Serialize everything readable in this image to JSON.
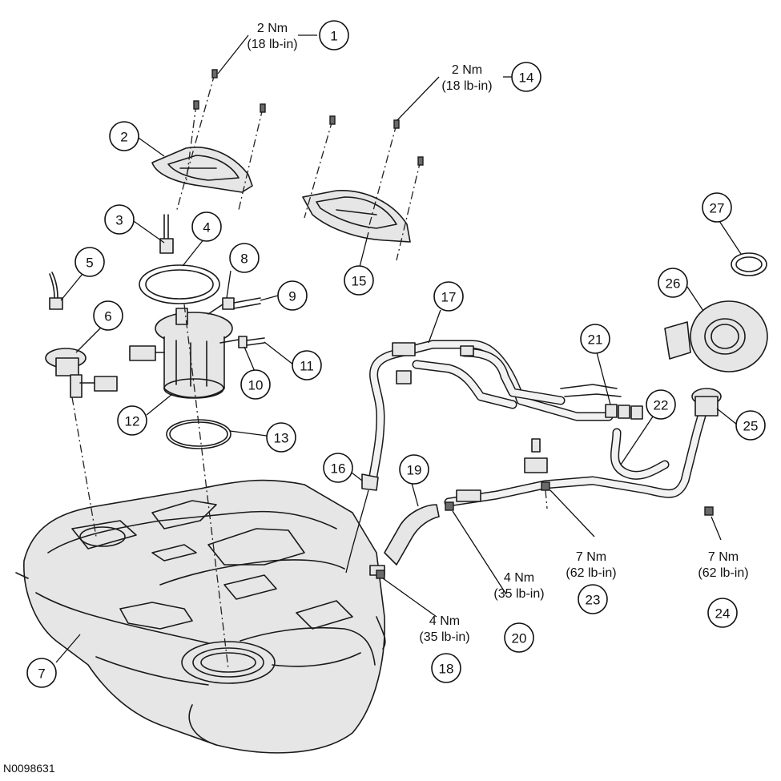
{
  "figure_id": "N0098631",
  "callouts": [
    {
      "id": "1",
      "label": "1"
    },
    {
      "id": "2",
      "label": "2"
    },
    {
      "id": "3",
      "label": "3"
    },
    {
      "id": "4",
      "label": "4"
    },
    {
      "id": "5",
      "label": "5"
    },
    {
      "id": "6",
      "label": "6"
    },
    {
      "id": "7",
      "label": "7"
    },
    {
      "id": "8",
      "label": "8"
    },
    {
      "id": "9",
      "label": "9"
    },
    {
      "id": "10",
      "label": "10"
    },
    {
      "id": "11",
      "label": "11"
    },
    {
      "id": "12",
      "label": "12"
    },
    {
      "id": "13",
      "label": "13"
    },
    {
      "id": "14",
      "label": "14"
    },
    {
      "id": "15",
      "label": "15"
    },
    {
      "id": "16",
      "label": "16"
    },
    {
      "id": "17",
      "label": "17"
    },
    {
      "id": "18",
      "label": "18"
    },
    {
      "id": "19",
      "label": "19"
    },
    {
      "id": "20",
      "label": "20"
    },
    {
      "id": "21",
      "label": "21"
    },
    {
      "id": "22",
      "label": "22"
    },
    {
      "id": "23",
      "label": "23"
    },
    {
      "id": "24",
      "label": "24"
    },
    {
      "id": "25",
      "label": "25"
    },
    {
      "id": "26",
      "label": "26"
    },
    {
      "id": "27",
      "label": "27"
    }
  ],
  "torque_specs": [
    {
      "id": "t1",
      "callout": "1",
      "nm": "2 Nm",
      "lbin": "(18 lb-in)"
    },
    {
      "id": "t14",
      "callout": "14",
      "nm": "2 Nm",
      "lbin": "(18 lb-in)"
    },
    {
      "id": "t18",
      "callout": "18",
      "nm": "4 Nm",
      "lbin": "(35 lb-in)"
    },
    {
      "id": "t20",
      "callout": "20",
      "nm": "4 Nm",
      "lbin": "(35 lb-in)"
    },
    {
      "id": "t23",
      "callout": "23",
      "nm": "7 Nm",
      "lbin": "(62 lb-in)"
    },
    {
      "id": "t24",
      "callout": "24",
      "nm": "7 Nm",
      "lbin": "(62 lb-in)"
    }
  ]
}
